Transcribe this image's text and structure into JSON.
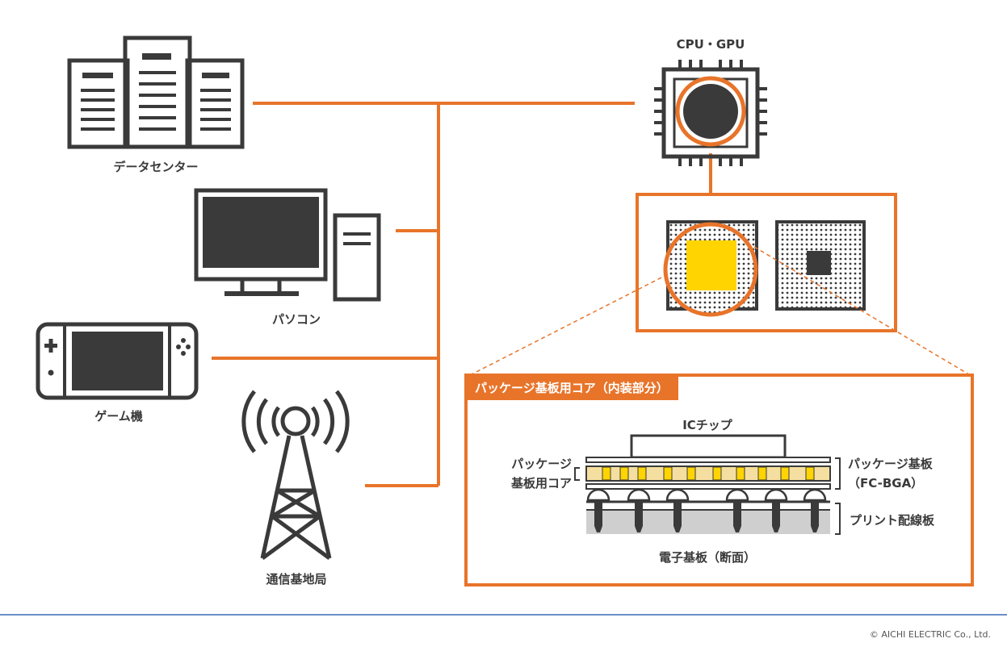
{
  "devices": {
    "data_center": "データセンター",
    "pc": "パソコン",
    "game": "ゲーム機",
    "base_station": "通信基地局",
    "cpu_gpu": "CPU・GPU"
  },
  "detail": {
    "banner": "パッケージ基板用コア（内装部分）",
    "ic_chip": "ICチップ",
    "core_label_line1": "パッケージ",
    "core_label_line2": "基板用コア",
    "package_label_line1": "パッケージ基板",
    "package_label_line2": "（FC-BGA）",
    "pcb_label": "プリント配線板",
    "caption": "電子基板（断面）"
  },
  "footer": {
    "copyright": "© AICHI ELECTRIC Co., Ltd."
  },
  "colors": {
    "accent": "#e8742a",
    "icon": "#3a3a3a",
    "chip": "#ffd400",
    "core": "#f5dfa0",
    "footer_line": "#6a8fc8"
  }
}
